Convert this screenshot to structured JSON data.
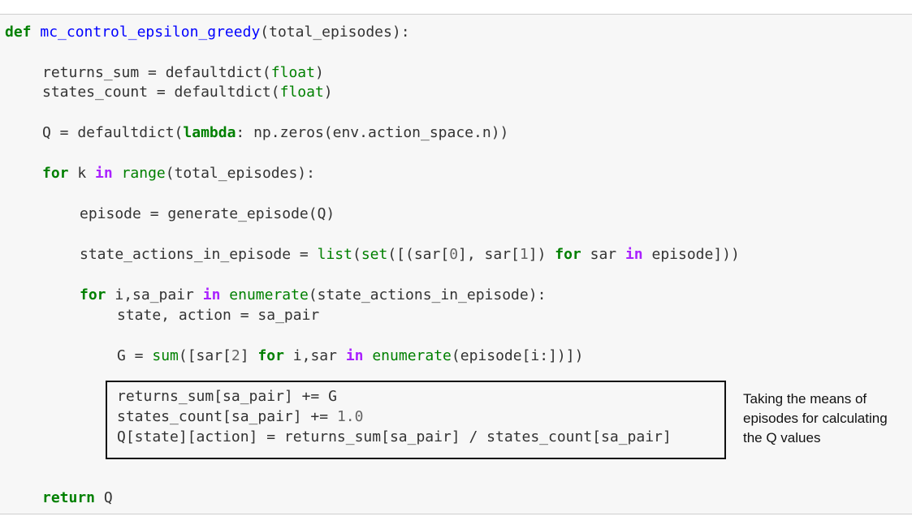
{
  "code": {
    "l1": {
      "kw": "def",
      "name": "mc_control_epsilon_greedy",
      "rest": "(total_episodes):"
    },
    "l2": {
      "pre": "returns_sum = defaultdict(",
      "bi": "float",
      "post": ")"
    },
    "l3": {
      "pre": "states_count = defaultdict(",
      "bi": "float",
      "post": ")"
    },
    "l4": {
      "pre": "Q = defaultdict(",
      "kw": "lambda",
      "post": ": np.zeros(env.action_space.n))"
    },
    "l5": {
      "kw": "for",
      "mid": " k ",
      "op": "in",
      "sp": " ",
      "bi": "range",
      "post": "(total_episodes):"
    },
    "l6": {
      "text": "episode = generate_episode(Q)"
    },
    "l7": {
      "pre": "state_actions_in_episode = ",
      "bi1": "list",
      "p1": "(",
      "bi2": "set",
      "p2": "([(sar[",
      "n1": "0",
      "p3": "], sar[",
      "n2": "1",
      "p4": "]) ",
      "kw": "for",
      "p5": " sar ",
      "op": "in",
      "p6": " episode]))"
    },
    "l8": {
      "kw": "for",
      "mid": " i,sa_pair ",
      "op": "in",
      "sp": " ",
      "bi": "enumerate",
      "post": "(state_actions_in_episode):"
    },
    "l9": {
      "text": "state, action = sa_pair"
    },
    "l10": {
      "pre": "G = ",
      "bi1": "sum",
      "p1": "([sar[",
      "n1": "2",
      "p2": "] ",
      "kw": "for",
      "p3": " i,sar ",
      "op": "in",
      "sp": " ",
      "bi2": "enumerate",
      "p4": "(episode[i:])])"
    },
    "l11": {
      "text": "returns_sum[sa_pair] += G"
    },
    "l12": {
      "pre": "states_count[sa_pair] += ",
      "num": "1.0"
    },
    "l13": {
      "text": "Q[state][action] = returns_sum[sa_pair] / states_count[sa_pair]"
    },
    "l14": {
      "kw": "return",
      "post": " Q"
    }
  },
  "annotation": {
    "line1": "Taking the means of",
    "line2": "episodes for calculating",
    "line3": "the Q values"
  },
  "colors": {
    "keyword": "#008000",
    "builtin": "#008000",
    "operator_word": "#aa22ff",
    "function_name": "#0000ff",
    "number": "#666666",
    "text": "#333333",
    "cell_background": "#f7f7f7",
    "highlight_border": "#111111"
  }
}
